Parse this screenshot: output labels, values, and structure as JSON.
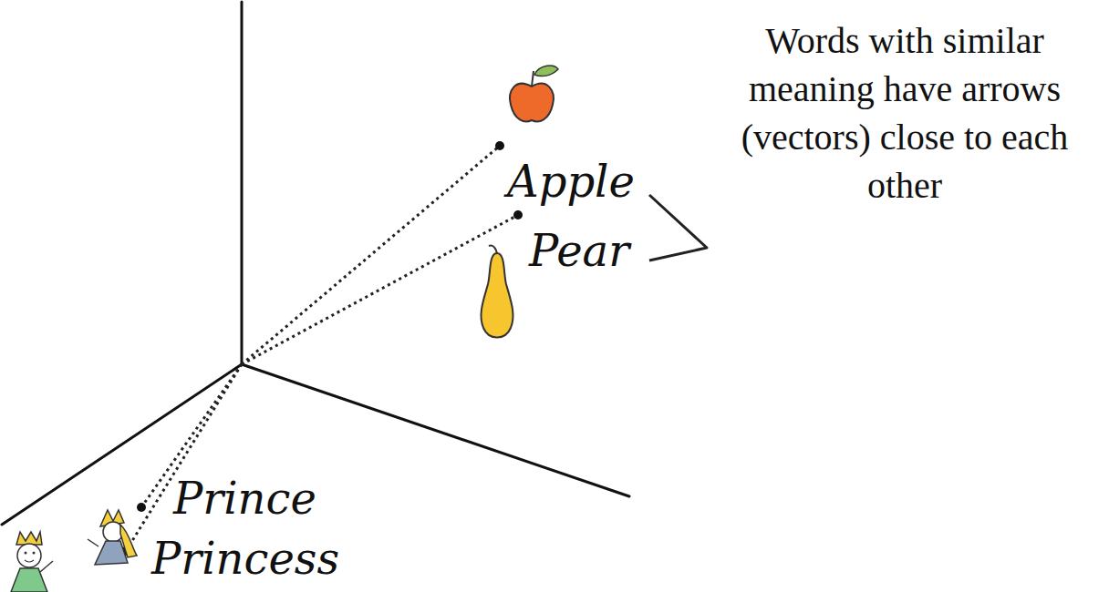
{
  "diagram": {
    "labels": [
      "Apple",
      "Pear",
      "Prince",
      "Princess",
      "Words with similar meaning have arrows (vectors) close to each other"
    ]
  }
}
